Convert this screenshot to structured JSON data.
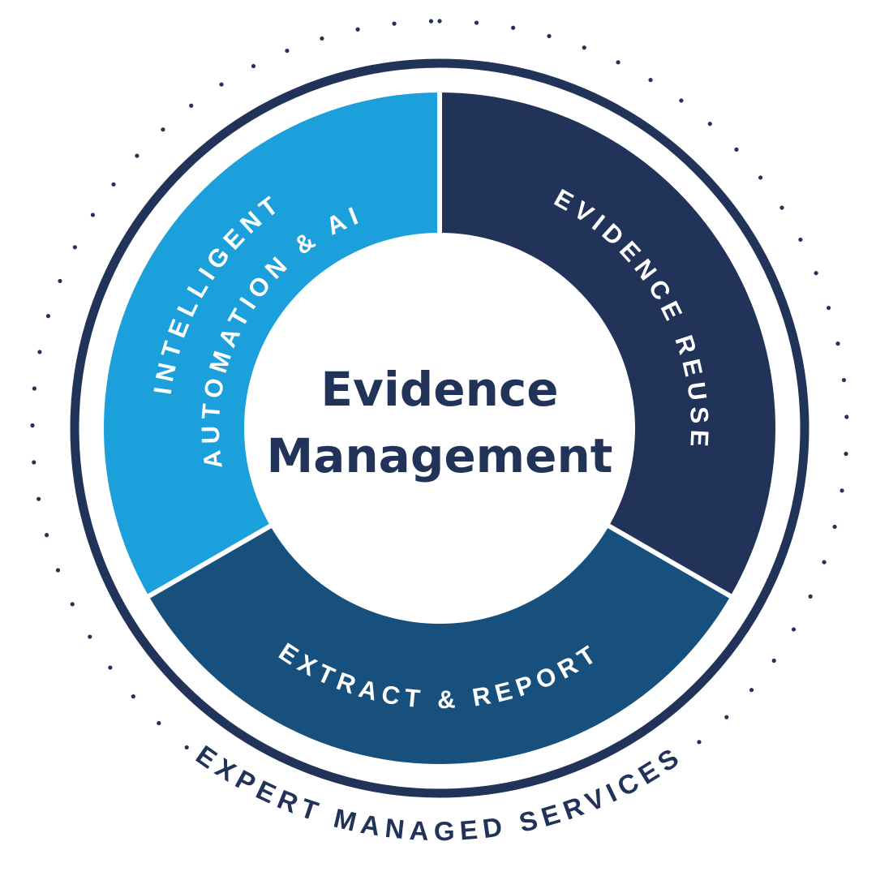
{
  "diagram": {
    "center_title_line1": "Evidence",
    "center_title_line2": "Management",
    "segments": [
      {
        "label": "EVIDENCE REUSE",
        "color": "#213359"
      },
      {
        "label": "EXTRACT & REPORT",
        "color": "#17507C"
      },
      {
        "label_line1": "INTELLIGENT",
        "label_line2": "AUTOMATION & AI",
        "color": "#1BA0DB"
      }
    ],
    "outer_label": "EXPERT MANAGED SERVICES",
    "ring_color": "#213359"
  }
}
